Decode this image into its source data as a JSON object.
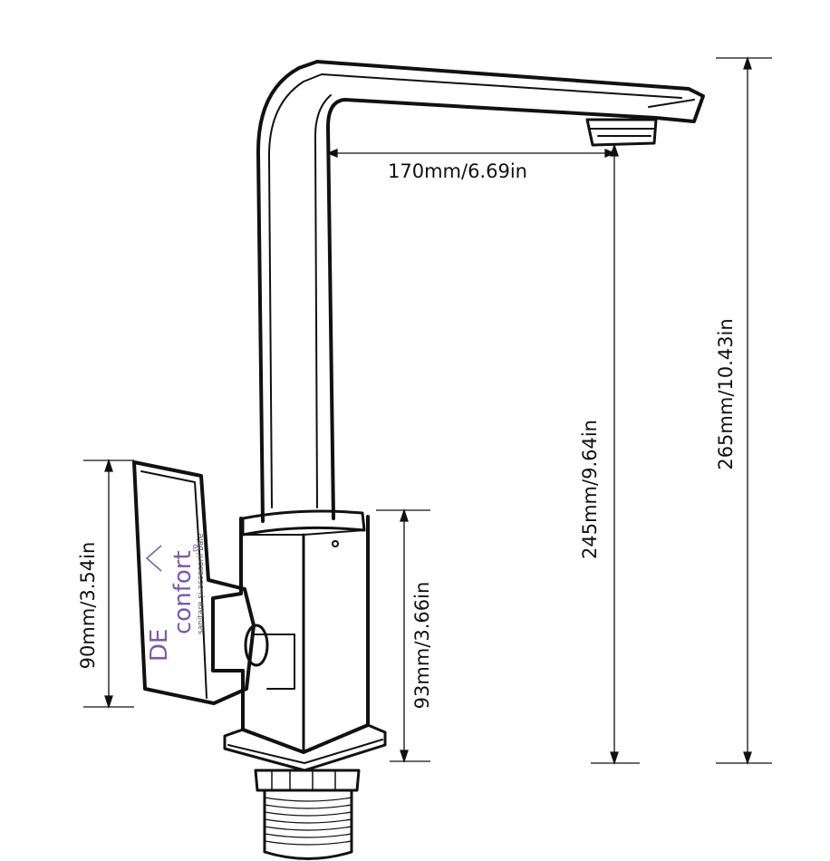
{
  "dimensions": {
    "spout_reach": "170mm/6.69in",
    "spout_outlet_height": "245mm/9.64in",
    "total_height": "265mm/10.43in",
    "handle_height": "90mm/3.54in",
    "body_height": "93mm/3.66in"
  },
  "watermark": {
    "logo_main": "DE",
    "logo_word": "confort",
    "logo_suffix": ".ro",
    "tagline": "sanitare și accesorii baie"
  },
  "colors": {
    "line": "#111111",
    "brand": "#7a5aa8"
  }
}
